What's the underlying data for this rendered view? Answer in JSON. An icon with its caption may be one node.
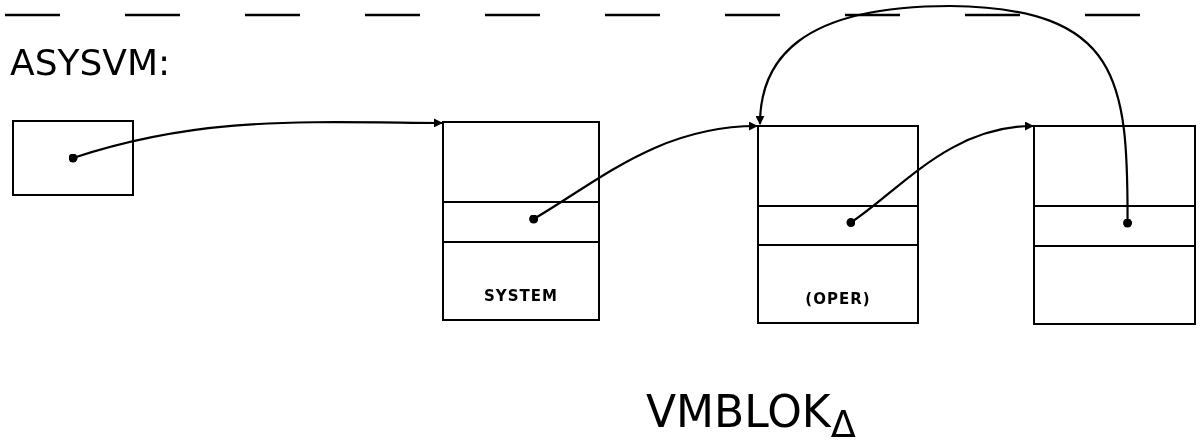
{
  "diagram": {
    "nodes": [
      {
        "text": [],
        "shape": "box"
      },
      {
        "text": [
          "SYSTEM"
        ]
      },
      {
        "text": [
          "(OPER)"
        ]
      },
      {
        "text": [],
        "shape": "box"
      }
    ],
    "edges": [
      {
        "from": 0,
        "to": 1,
        "arrow": "to"
      },
      {
        "from": 1,
        "to": 2,
        "arrow": "to"
      },
      {
        "from": 2,
        "to": 3,
        "arrow": "to"
      },
      {
        "from": 3,
        "to": 2,
        "arrow": "to"
      }
    ],
    "labels": [
      "ASYSVM:",
      "VMBLOK$_{Δ}$"
    ]
  }
}
